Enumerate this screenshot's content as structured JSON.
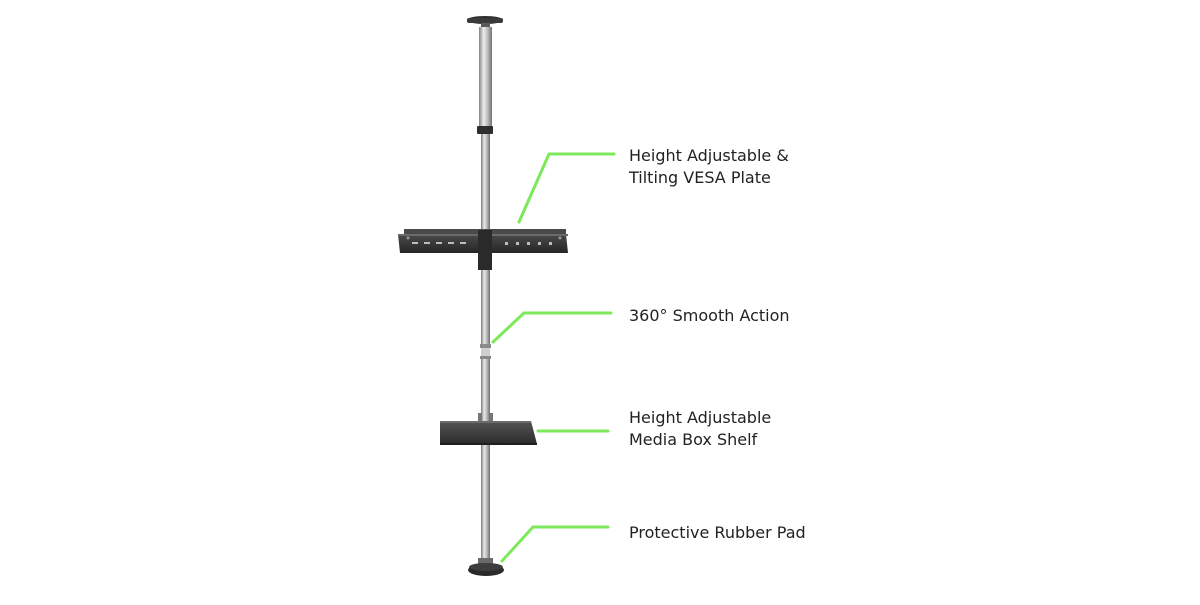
{
  "callouts": {
    "vesa_plate": {
      "line1": "Height Adjustable &",
      "line2": "Tilting VESA Plate"
    },
    "swivel": {
      "line1": "360° Smooth Action"
    },
    "media_shelf": {
      "line1": "Height Adjustable",
      "line2": "Media Box Shelf"
    },
    "rubber_pad": {
      "line1": "Protective Rubber Pad"
    }
  },
  "colors": {
    "leader_line": "#7de85a",
    "pole_light": "#e6e6e6",
    "pole_mid": "#b5b5b5",
    "pole_dark": "#7a7a7a",
    "hardware": "#3a3a3a",
    "label_text": "#222222"
  }
}
